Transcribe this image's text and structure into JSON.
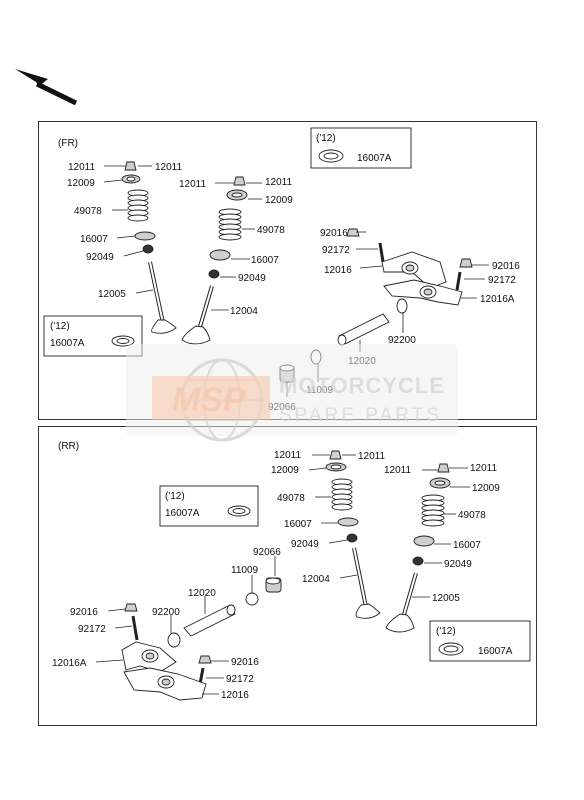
{
  "sections": {
    "fr": {
      "label": "(FR)",
      "option_code": "('12)",
      "option_part": "16007A",
      "option_code_2": "('12)",
      "option_part_2": "16007A"
    },
    "rr": {
      "label": "(RR)",
      "option_code": "('12)",
      "option_part": "16007A",
      "option_code_2": "('12)",
      "option_part_2": "16007A"
    }
  },
  "fr_parts": {
    "p12011_a": "12011",
    "p12011_b": "12011",
    "p12009_a": "12009",
    "p49078_a": "49078",
    "p16007_a": "16007",
    "p92049_a": "92049",
    "p12005": "12005",
    "p12011_c": "12011",
    "p12011_d": "12011",
    "p12009_b": "12009",
    "p49078_b": "49078",
    "p16007_b": "16007",
    "p92049_b": "92049",
    "p12004": "12004",
    "p92016_a": "92016",
    "p92172_a": "92172",
    "p12016": "12016",
    "p92016_b": "92016",
    "p92172_b": "92172",
    "p12016A": "12016A",
    "p92200": "92200",
    "p12020": "12020",
    "p11009": "11009",
    "p92066": "92066"
  },
  "rr_parts": {
    "p12011_a": "12011",
    "p12011_b": "12011",
    "p12009_a": "12009",
    "p49078_a": "49078",
    "p16007_a": "16007",
    "p92049_a": "92049",
    "p12004": "12004",
    "p12011_c": "12011",
    "p12011_d": "12011",
    "p12009_b": "12009",
    "p49078_b": "49078",
    "p16007_b": "16007",
    "p92049_b": "92049",
    "p12005": "12005",
    "p92066": "92066",
    "p11009": "11009",
    "p12020": "12020",
    "p92200": "92200",
    "p92016_a": "92016",
    "p92172_a": "92172",
    "p12016A": "12016A",
    "p92016_b": "92016",
    "p92172_b": "92172",
    "p12016": "12016"
  },
  "watermark": {
    "logo": "MSP",
    "line1": "MOTORCYCLE",
    "line2": "SPARE PARTS"
  }
}
